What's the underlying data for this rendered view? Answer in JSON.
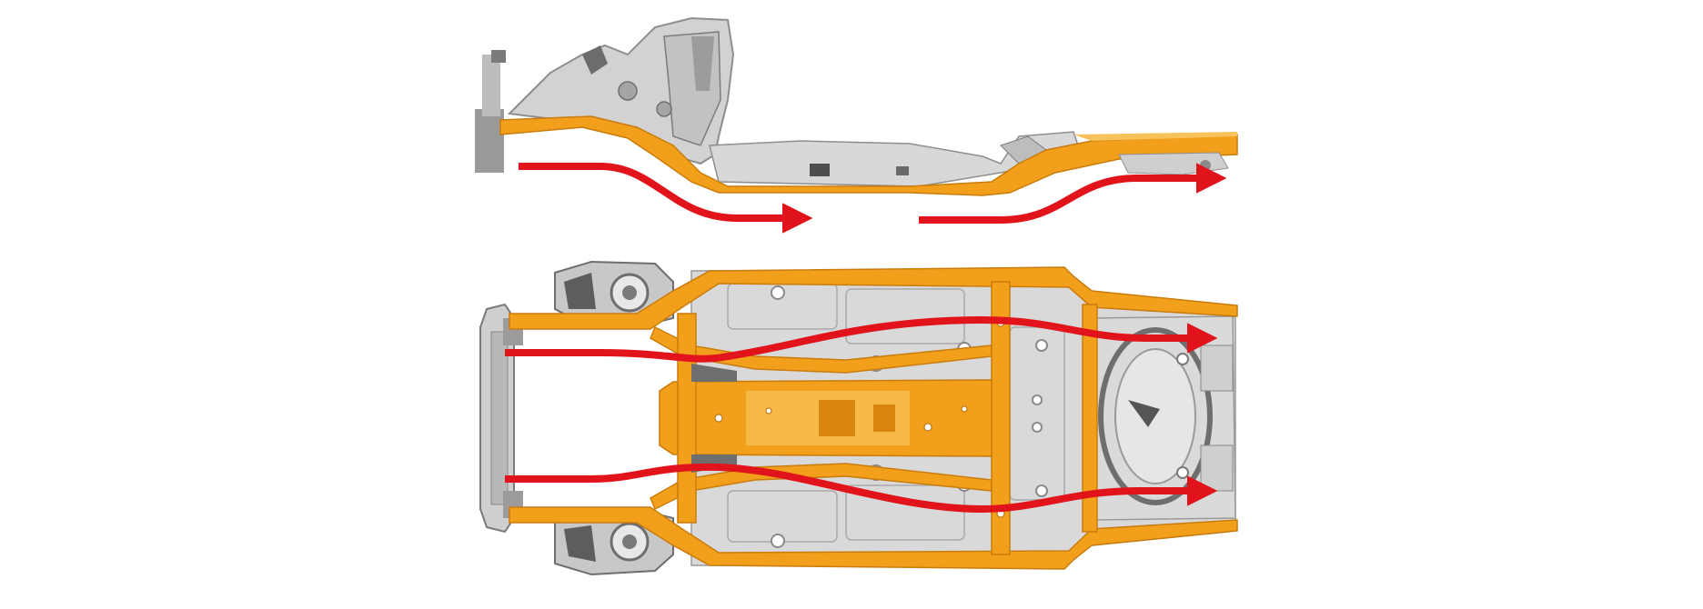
{
  "figure": {
    "background": "#ffffff",
    "colors": {
      "frame_orange": "#f2a01c",
      "frame_orange_dark": "#d9860f",
      "frame_orange_light": "#f8c25a",
      "panel_gray": "#d6d6d6",
      "panel_gray_dark": "#8e8e8e",
      "panel_gray_light": "#ececec",
      "arrow_red": "#e2141b"
    },
    "views": [
      {
        "name": "side-view",
        "arrow_count": 2
      },
      {
        "name": "top-view",
        "arrow_count": 2
      }
    ]
  }
}
